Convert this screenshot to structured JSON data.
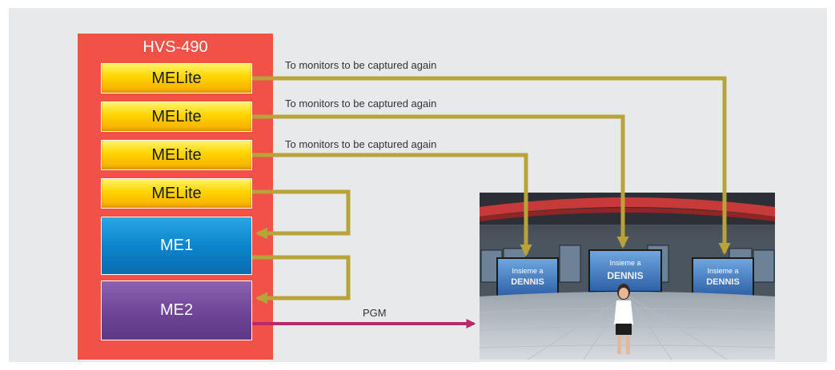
{
  "switcher": {
    "title": "HVS-490",
    "melite_boxes": [
      "MELite",
      "MELite",
      "MELite",
      "MELite"
    ],
    "me1_label": "ME1",
    "me2_label": "ME2"
  },
  "connections": {
    "monitor_labels": [
      "To monitors to be captured again",
      "To monitors to be captured again",
      "To monitors to be captured again"
    ],
    "pgm_label": "PGM"
  },
  "studio": {
    "screen_texts": [
      "Insieme a",
      "DENNIS"
    ]
  },
  "colors": {
    "background_panel": "#e8e9ea",
    "switcher_body": "#f15146",
    "melite_yellow": "#ffd500",
    "me1_blue": "#0b85cc",
    "me2_purple": "#6e4597",
    "feed_arrow": "#b8a33a",
    "pgm_arrow": "#b8296b"
  }
}
